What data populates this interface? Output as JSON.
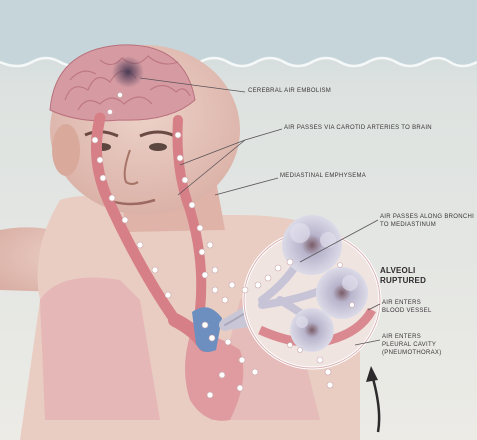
{
  "labels": {
    "cerebral_embolism": "CEREBRAL AIR EMBOLISM",
    "carotid": "AIR PASSES VIA CAROTID ARTERIES TO BRAIN",
    "mediastinal": "MEDIASTINAL EMPHYSEMA",
    "bronchi_line1": "AIR PASSES ALONG BRONCHI",
    "bronchi_line2": "TO MEDIASTINUM",
    "alveoli_line1": "ALVEOLI",
    "alveoli_line2": "RUPTURED",
    "blood_vessel_line1": "AIR ENTERS",
    "blood_vessel_line2": "BLOOD VESSEL",
    "pleural_line1": "AIR ENTERS",
    "pleural_line2": "PLEURAL CAVITY",
    "pleural_line3": "(PNEUMOTHORAX)"
  },
  "colors": {
    "water": "#c9d8dc",
    "background": "#ecebe6",
    "skin": "#e8c6bc",
    "lung": "#e6b9b7",
    "vessel": "#d77f86",
    "air_bubble": "#ffffff",
    "vein_blue": "#6d8fc0",
    "alveoli": "#a9a8c4",
    "leader_line": "#5a5458"
  }
}
